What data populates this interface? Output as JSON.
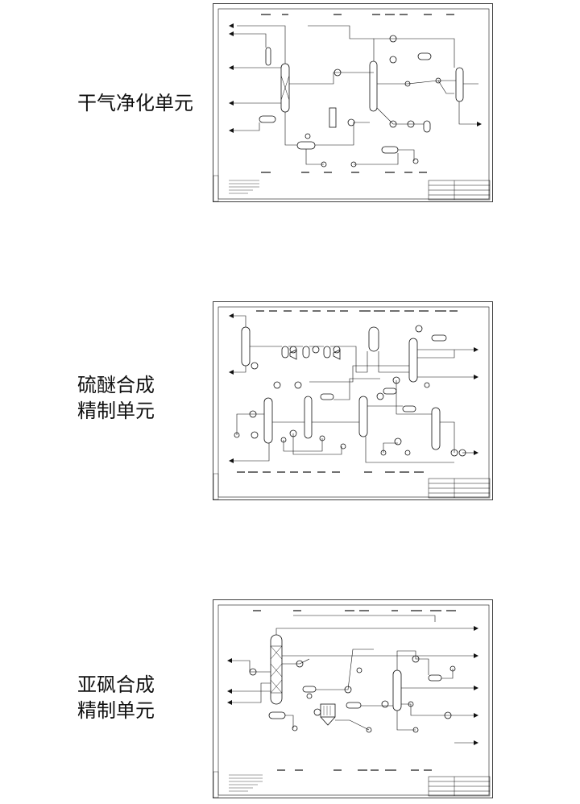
{
  "sections": [
    {
      "label_lines": [
        "干气净化单元"
      ]
    },
    {
      "label_lines": [
        "硫醚合成",
        "精制单元"
      ]
    },
    {
      "label_lines": [
        "亚砜合成",
        "精制单元"
      ]
    }
  ],
  "colors": {
    "line": "#111111",
    "background": "#ffffff"
  }
}
